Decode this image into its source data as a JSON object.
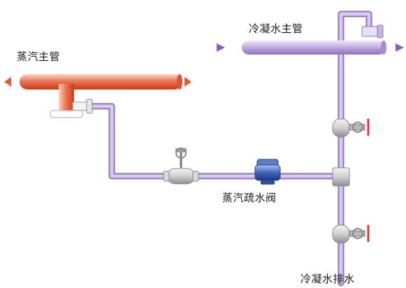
{
  "labels": {
    "steam_main": "蒸汽主管",
    "condensate_main": "冷凝水主管",
    "steam_trap": "蒸汽疏水阀",
    "condensate_drain": "冷凝水排水"
  },
  "colors": {
    "steam_pipe": "#e8603a",
    "condensate_pipe": "#b79fd6",
    "steam_arrow": "#e85a2c",
    "condensate_arrow": "#8a5fc4",
    "valve_gray": "#c8c8c8",
    "trap_blue": "#3e63b8",
    "valve_handle": "#d83a3a"
  },
  "icons": {
    "steam_flow_left": "arrow-left-icon",
    "steam_flow_right": "arrow-right-icon",
    "condensate_flow_left": "arrow-left-icon",
    "condensate_flow_right": "arrow-left-icon"
  }
}
